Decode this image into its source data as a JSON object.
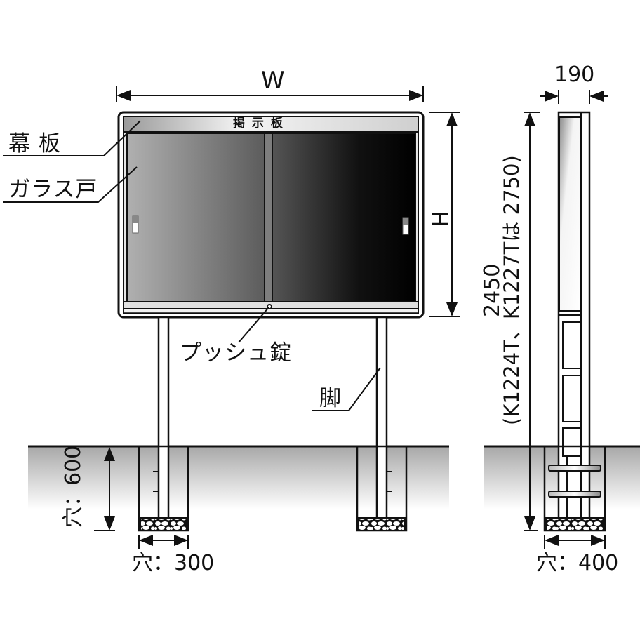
{
  "title_plate": "掲 示 板",
  "labels": {
    "header_board": "幕 板",
    "glass_door": "ガラス戸",
    "push_lock": "プッシュ錠",
    "leg": "脚"
  },
  "dimensions": {
    "width": "W",
    "height": "H",
    "depth": "190",
    "total_height": "2450",
    "total_height_note": "(K1224T、K1227Tは 2750)",
    "hole_depth": "穴：600",
    "hole_width_front": "穴：300",
    "hole_width_side": "穴：400"
  },
  "colors": {
    "line": "#111111",
    "glass_left_start": "#a8a8a8",
    "glass_left_end": "#5a5a5a",
    "glass_right_start": "#4a4a4a",
    "glass_right_end": "#000000",
    "ground_top": "#a9a9a9",
    "ground_bottom": "#ffffff"
  }
}
